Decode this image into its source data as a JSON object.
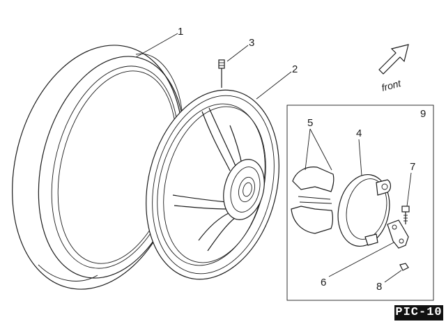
{
  "figure": {
    "direction_label": "front",
    "pic_label": "PIC-10",
    "callouts": [
      {
        "id": "1",
        "label": "1"
      },
      {
        "id": "2",
        "label": "2"
      },
      {
        "id": "3",
        "label": "3"
      },
      {
        "id": "4",
        "label": "4"
      },
      {
        "id": "5",
        "label": "5"
      },
      {
        "id": "6",
        "label": "6"
      },
      {
        "id": "7",
        "label": "7"
      },
      {
        "id": "8",
        "label": "8"
      },
      {
        "id": "9",
        "label": "9"
      }
    ]
  },
  "colors": {
    "line": "#1a1a1a",
    "label_bg": "#111111",
    "label_fg": "#ffffff"
  }
}
